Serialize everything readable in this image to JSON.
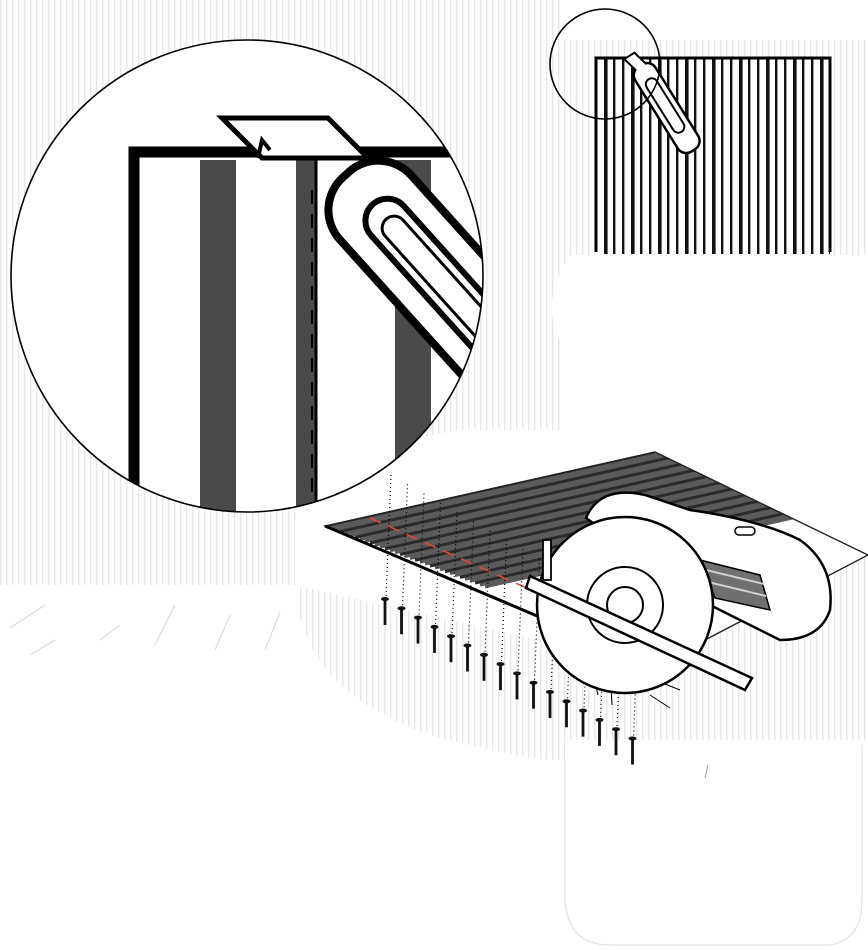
{
  "illustration": {
    "scenes": [
      {
        "id": "overview",
        "subject": "striped-panel-with-utility-knife"
      },
      {
        "id": "detail",
        "subject": "knife-tip-trimming-panel-edge"
      },
      {
        "id": "saw",
        "subject": "circular-saw-cutting-panel-over-screws"
      }
    ],
    "icons": [
      "utility-knife-icon",
      "circular-saw-icon",
      "screw-icon",
      "magnifier-circle-icon"
    ],
    "colors": {
      "ink": "#000000",
      "stripe_dark": "#4a4a4a",
      "hatch": "#dedede",
      "cut_line": "#d94a3a",
      "paper": "#ffffff"
    },
    "text": {}
  }
}
